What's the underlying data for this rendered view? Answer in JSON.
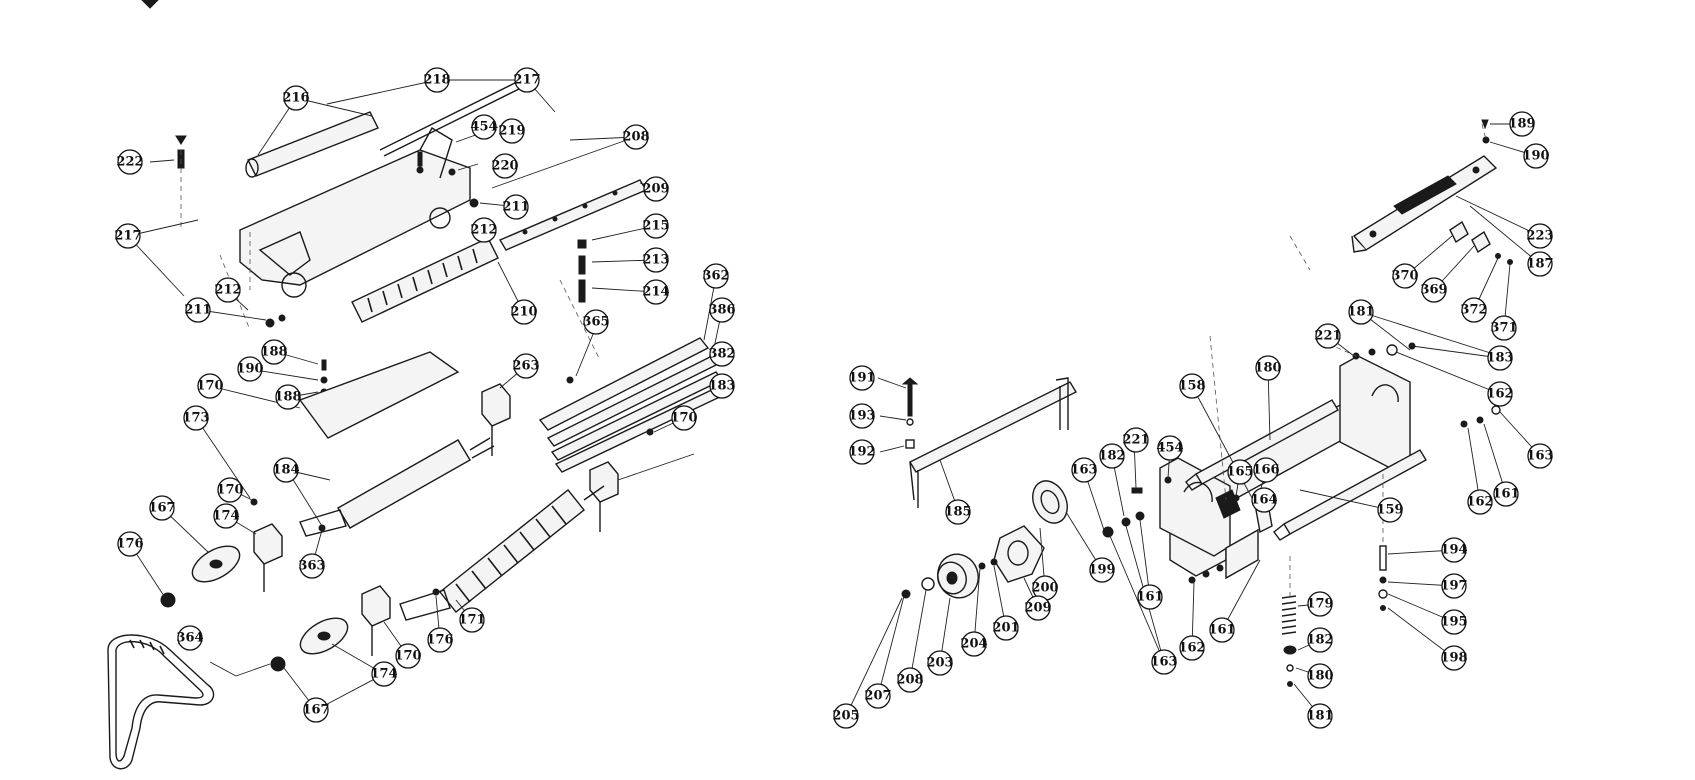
{
  "callouts_left": [
    "216",
    "218",
    "217",
    "222",
    "454",
    "219",
    "220",
    "208",
    "209",
    "211",
    "212",
    "215",
    "213",
    "214",
    "217",
    "212",
    "211",
    "210",
    "362",
    "188",
    "190",
    "188",
    "170",
    "263",
    "365",
    "386",
    "382",
    "183",
    "173",
    "184",
    "170",
    "174",
    "167",
    "176",
    "363",
    "170",
    "364",
    "171",
    "176",
    "170",
    "174",
    "167"
  ],
  "callouts_right": [
    "189",
    "190",
    "223",
    "187",
    "370",
    "369",
    "372",
    "371",
    "181",
    "221",
    "183",
    "162",
    "163",
    "161",
    "162",
    "191",
    "193",
    "192",
    "185",
    "158",
    "180",
    "182",
    "221",
    "454",
    "163",
    "165",
    "166",
    "164",
    "159",
    "199",
    "200",
    "161",
    "194",
    "197",
    "195",
    "198",
    "205",
    "207",
    "208",
    "203",
    "204",
    "201",
    "209",
    "163",
    "162",
    "161",
    "179",
    "182",
    "180",
    "181"
  ]
}
